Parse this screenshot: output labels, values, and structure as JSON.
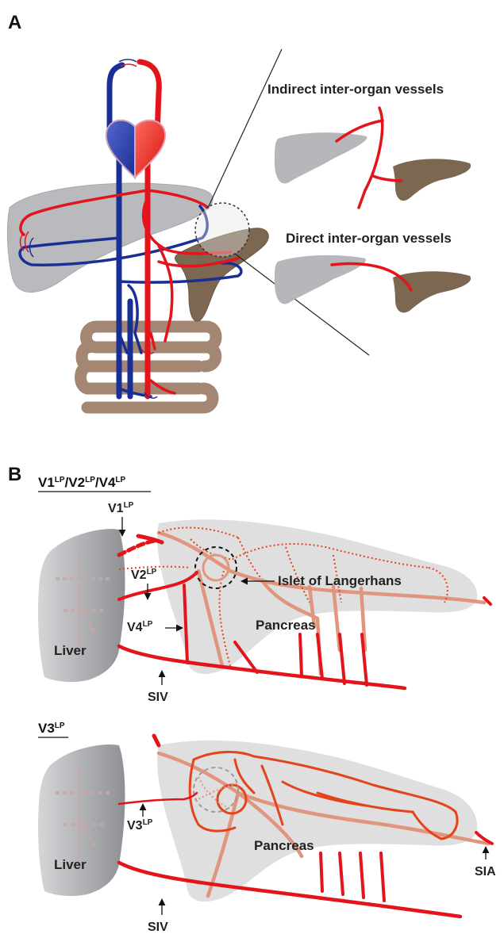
{
  "panel_a": {
    "letter": "A",
    "indirect_label": "Indirect inter-organ vessels",
    "direct_label": "Direct inter-organ vessels"
  },
  "panel_b": {
    "letter": "B",
    "top": {
      "title": "V1",
      "title_sup1": "LP",
      "title_mid1": "/V2",
      "title_sup2": "LP",
      "title_mid2": "/V4",
      "title_sup3": "LP",
      "v1": "V1",
      "v1_sup": "LP",
      "v2": "V2",
      "v2_sup": "LP",
      "v4": "V4",
      "v4_sup": "LP",
      "islet": "Islet of Langerhans",
      "pancreas": "Pancreas",
      "liver": "Liver",
      "siv": "SIV"
    },
    "bottom": {
      "title": "V3",
      "title_sup": "LP",
      "v3": "V3",
      "v3_sup": "LP",
      "pancreas": "Pancreas",
      "liver": "Liver",
      "siv": "SIV",
      "sia": "SIA"
    }
  },
  "colors": {
    "artery": "#e3141b",
    "vein": "#1a2f94",
    "liver": "#b5b7ba",
    "pancreas_dark": "#7a6650",
    "gut": "#a48772",
    "pancreas_light": "#d9d9d9",
    "vessel_light": "#e8917a"
  }
}
